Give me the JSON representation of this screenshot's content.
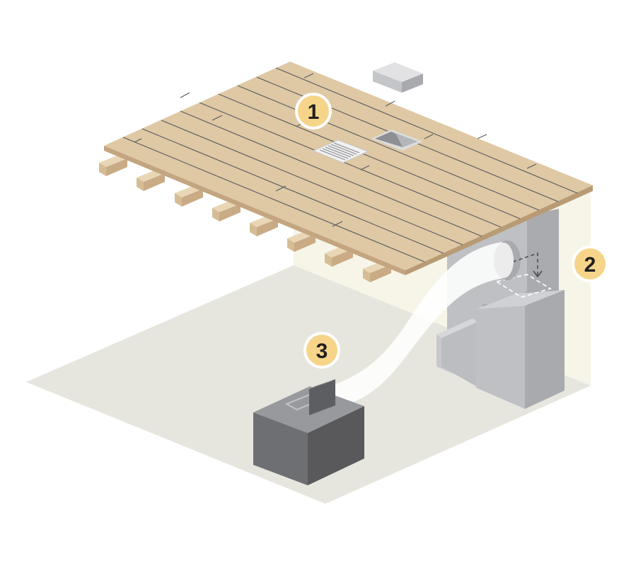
{
  "diagram": {
    "type": "isometric-illustration",
    "subject": "basement / crawl space with floor above, wall with ducted unit, and floor-standing box",
    "callouts": [
      {
        "id": 1,
        "label": "1",
        "target": "floor-deck-with-vent-grille"
      },
      {
        "id": 2,
        "label": "2",
        "target": "wall-with-duct-unit"
      },
      {
        "id": 3,
        "label": "3",
        "target": "floor-box-unit"
      }
    ],
    "colors": {
      "badge_fill": "#f6d58a",
      "badge_ring": "#ffffff",
      "badge_text": "#1f1f1f",
      "deck_top": "#dfc8a4",
      "deck_edge": "#c3a57f",
      "joist_front": "#e3cda9",
      "joist_side": "#c9ab85",
      "plank_line": "#555a60",
      "floor": "#e6e6de",
      "wall": "#f6f5e8",
      "unit_light": "#bfc0c4",
      "unit_mid": "#aaabaf",
      "box_top": "#98999d",
      "box_left": "#6e6f73",
      "box_right": "#59595c",
      "duct": "#ffffff"
    }
  }
}
